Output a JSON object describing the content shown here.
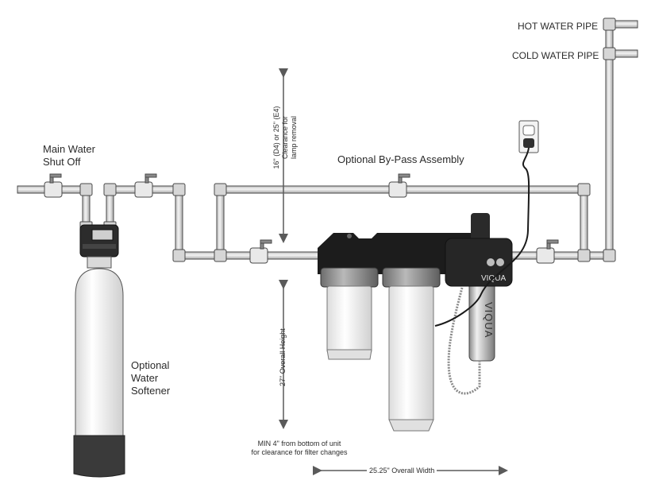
{
  "labels": {
    "hot_water_pipe": "HOT WATER PIPE",
    "cold_water_pipe": "COLD WATER PIPE",
    "main_water_line1": "Main Water",
    "main_water_line2": "Shut Off",
    "bypass": "Optional By-Pass Assembly",
    "softener_line1": "Optional",
    "softener_line2": "Water",
    "softener_line3": "Softener",
    "clearance_line1": "16\" (D4) or 25\" (E4)",
    "clearance_line2": "Clearance for",
    "clearance_line3": "lamp removal",
    "overall_height": "27\" Overall Height",
    "min_clearance_line1": "MIN 4\" from bottom of unit",
    "min_clearance_line2": "for clearance for filter changes",
    "overall_width": "25.25\" Overall Width",
    "brand": "VIQUA",
    "brand_vertical": "VIQUA"
  },
  "colors": {
    "pipe_fill": "#e6e6e6",
    "pipe_stroke": "#4a4a4a",
    "bracket": "#1c1c1c",
    "tank": "#f7f7f7",
    "tank_base": "#3a3a3a",
    "housing": "#f4f4f4",
    "text": "#2b2b2b"
  }
}
